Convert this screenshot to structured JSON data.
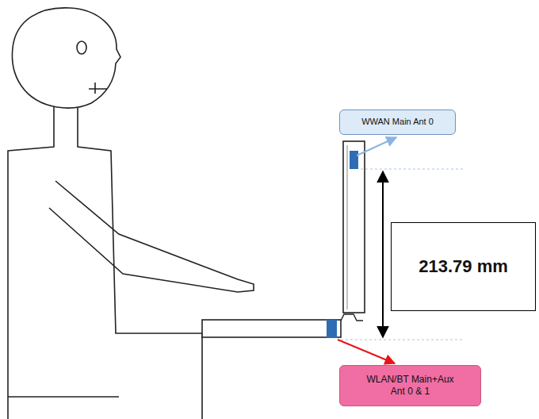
{
  "diagram": {
    "nodes": [
      {
        "text": [
          "WWAN Main Ant 0"
        ]
      },
      {
        "text": [
          "213.79 mm"
        ]
      },
      {
        "text": [
          "WLAN/BT Main+Aux Ant 0 & 1"
        ]
      }
    ]
  }
}
